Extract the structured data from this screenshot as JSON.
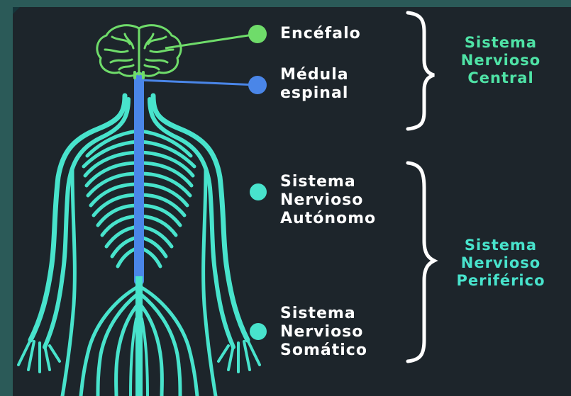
{
  "colors": {
    "background": "#1d252b",
    "outer": "#2b5a58",
    "brain": "#6fdc6a",
    "spinal_cord": "#4a86e8",
    "nerves": "#48e3cc",
    "group_label": "#4fe3a6",
    "text": "#ffffff"
  },
  "labels": {
    "encefalo": "Encéfalo",
    "medula_line1": "Médula",
    "medula_line2": "espinal",
    "autonomo_line1": "Sistema",
    "autonomo_line2": "Nervioso",
    "autonomo_line3": "Autónomo",
    "somatico_line1": "Sistema",
    "somatico_line2": "Nervioso",
    "somatico_line3": "Somático"
  },
  "groups": {
    "central_line1": "Sistema",
    "central_line2": "Nervioso",
    "central_line3": "Central",
    "periferico_line1": "Sistema",
    "periferico_line2": "Nervioso",
    "periferico_line3": "Periférico"
  },
  "icons": {
    "brain": "brain-icon",
    "body": "nervous-system-figure"
  }
}
